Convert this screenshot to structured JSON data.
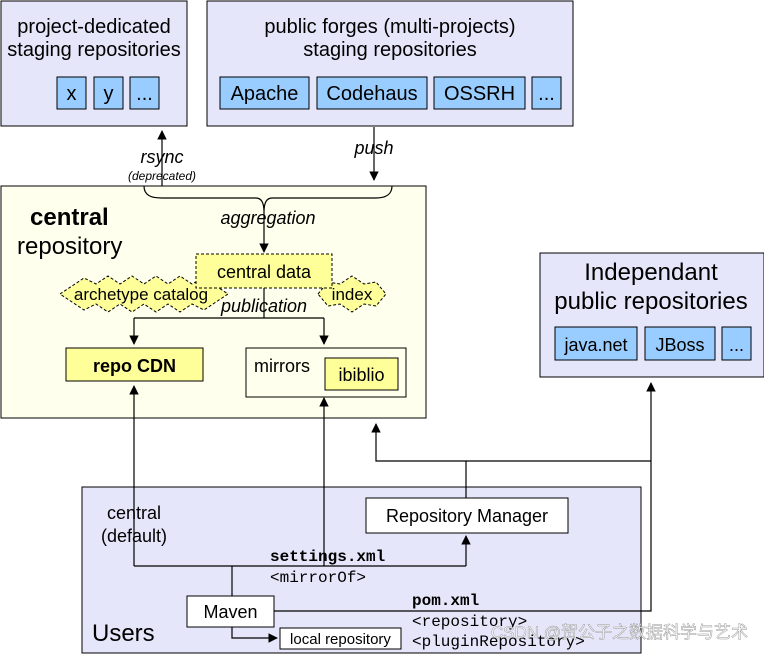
{
  "project_staging": {
    "title_line1": "project-dedicated",
    "title_line2": "staging repositories",
    "items": [
      "x",
      "y",
      "..."
    ]
  },
  "public_forges": {
    "title_line1": "public forges (multi-projects)",
    "title_line2": "staging repositories",
    "items": [
      "Apache",
      "Codehaus",
      "OSSRH",
      "..."
    ]
  },
  "arrows": {
    "rsync": "rsync",
    "rsync_note": "(deprecated)",
    "push": "push",
    "aggregation": "aggregation",
    "publication": "publication"
  },
  "central": {
    "title_bold": "central",
    "title_rest": "repository",
    "data_label": "central data",
    "archetype_label": "archetype catalog",
    "index_label": "index",
    "cdn_label": "repo CDN",
    "mirrors_label": "mirrors",
    "ibiblio_label": "ibiblio"
  },
  "independent": {
    "title_line1": "Independant",
    "title_line2": "public repositories",
    "items": [
      "java.net",
      "JBoss",
      "..."
    ]
  },
  "users": {
    "title": "Users",
    "central_line1": "central",
    "central_line2": "(default)",
    "repo_manager": "Repository Manager",
    "maven": "Maven",
    "local_repo": "local repository",
    "settings_file": "settings.xml",
    "mirror_of": "<mirrorOf>",
    "pom_file": "pom.xml",
    "repository_tag": "<repository>",
    "plugin_repository_tag": "<pluginRepository>"
  },
  "watermark": "CSDN @贺公子之数据科学与艺术",
  "colors": {
    "lavender": "#e6e6fa",
    "cream": "#ffffee",
    "yellow": "#ffff99",
    "blue_item": "#99ccff",
    "stroke": "#000000"
  }
}
